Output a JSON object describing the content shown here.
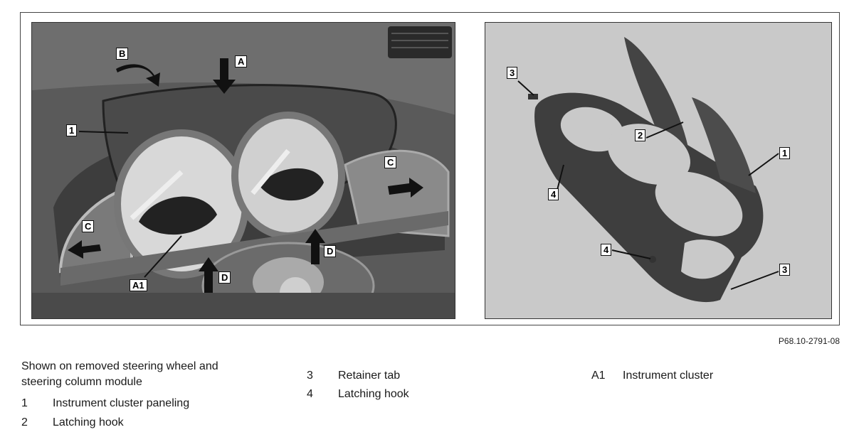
{
  "figure": {
    "reference_code": "P68.10-2791-08",
    "left_photo_callouts": {
      "b": "B",
      "a": "A",
      "c_right": "C",
      "c_left": "C",
      "d_right": "D",
      "d_left": "D",
      "one": "1",
      "a1": "A1"
    },
    "right_photo_callouts": {
      "three_top": "3",
      "two": "2",
      "one": "1",
      "four_left": "4",
      "four_bottom": "4",
      "three_bottom": "3"
    }
  },
  "legend": {
    "note": "Shown on removed steering wheel and steering column module",
    "items": [
      {
        "key": "1",
        "label": "Instrument cluster paneling"
      },
      {
        "key": "2",
        "label": "Latching hook"
      },
      {
        "key": "3",
        "label": "Retainer tab"
      },
      {
        "key": "4",
        "label": "Latching hook"
      },
      {
        "key": "A1",
        "label": "Instrument cluster"
      }
    ]
  },
  "colors": {
    "dash_dark": "#3a3a3a",
    "photo_right_bg": "#c9c9c9",
    "gauge_face": "#d8d8d8"
  }
}
